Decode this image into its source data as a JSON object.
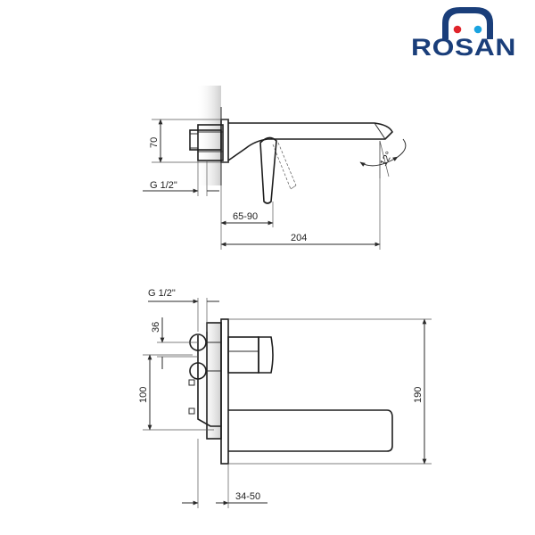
{
  "brand": {
    "name": "ROSAN",
    "colors": {
      "primary": "#1a3e7a",
      "accent_red": "#e0242b",
      "accent_blue": "#1aa3e0"
    }
  },
  "side_view": {
    "height_label": "70",
    "thread_label": "G 1/2\"",
    "wall_depth_label": "65-90",
    "spout_length_label": "204",
    "angle_label": "12°"
  },
  "front_view": {
    "thread_label": "G 1/2\"",
    "offset_label": "36",
    "center_distance_label": "100",
    "height_label": "190",
    "depth_label": "34-50"
  }
}
